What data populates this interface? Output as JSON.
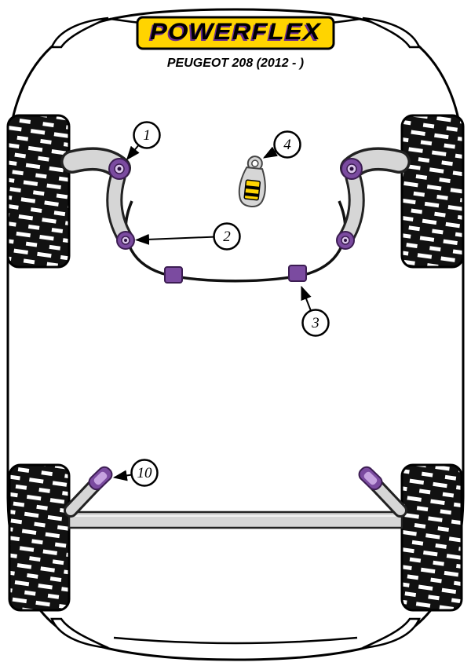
{
  "header": {
    "brand": "POWERFLEX",
    "model": "PEUGEOT 208 (2012 - )"
  },
  "callouts": [
    "1",
    "2",
    "3",
    "4",
    "10"
  ],
  "colors": {
    "accent_purple": "#7b4ba0",
    "bush_core_dark": "#3c1d52",
    "logo_yellow": "#ffd400",
    "logo_shadow_purple": "#6a2c91",
    "part_grey": "#d6d6d6",
    "tire_black": "#111111"
  }
}
